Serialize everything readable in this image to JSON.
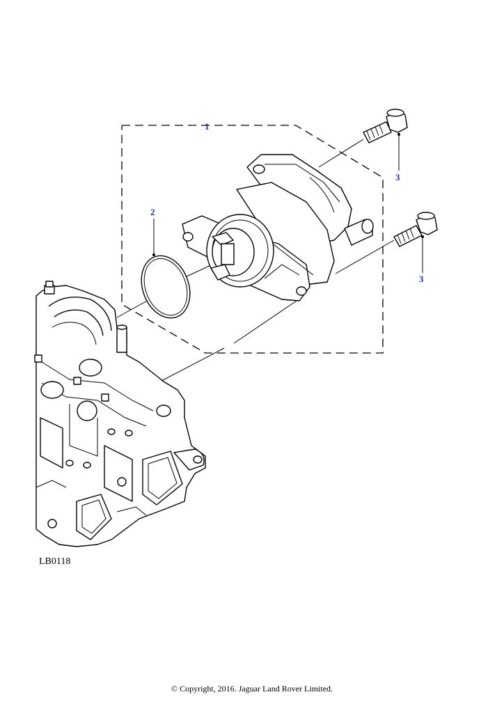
{
  "diagram": {
    "ref_code": "LB0118",
    "callouts": [
      {
        "id": "1",
        "label": "1",
        "part": "vacuum-pump-assembly"
      },
      {
        "id": "2",
        "label": "2",
        "part": "o-ring-seal"
      },
      {
        "id": "3a",
        "label": "3",
        "part": "bolt-upper"
      },
      {
        "id": "3b",
        "label": "3",
        "part": "bolt-lower"
      }
    ],
    "colors": {
      "callout": "#1a2fb0",
      "line": "#000000",
      "background": "#ffffff"
    }
  },
  "footer": {
    "copyright": "© Copyright, 2016. Jaguar Land Rover Limited."
  }
}
